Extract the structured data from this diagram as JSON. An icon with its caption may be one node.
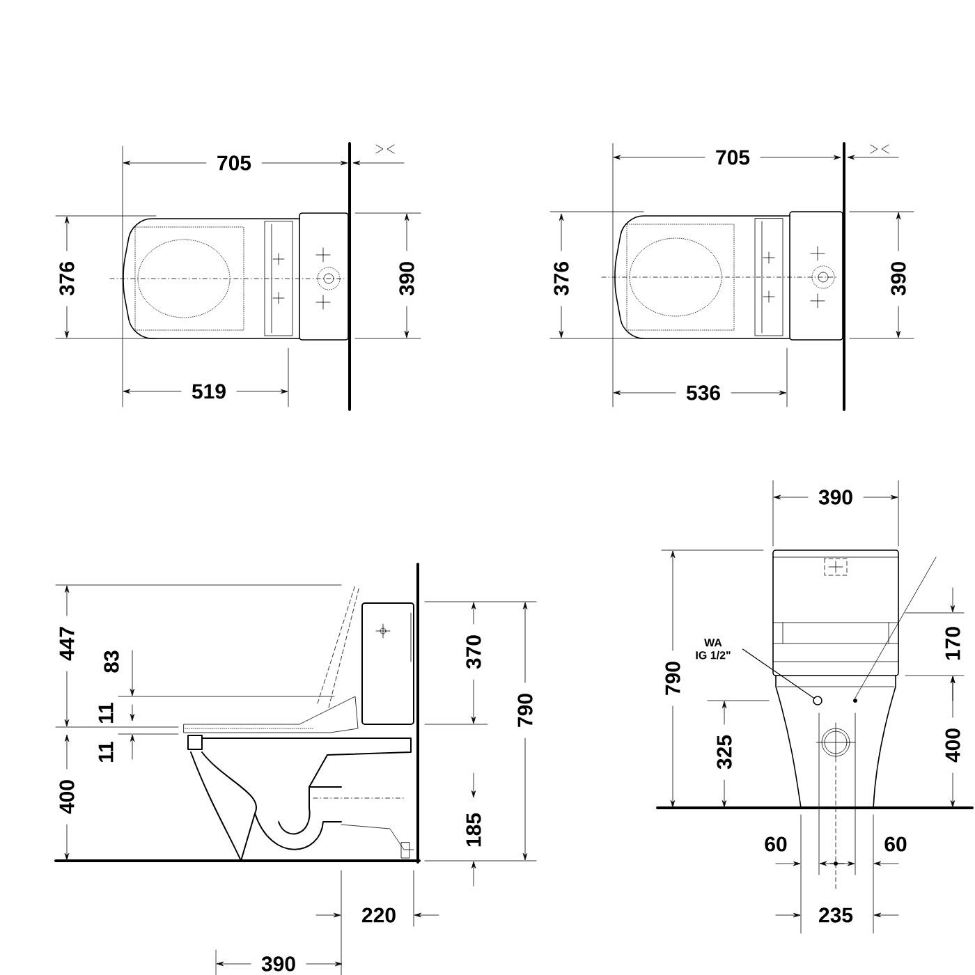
{
  "diagram": {
    "nodes": [
      {
        "text": [
          "WA IG 1/2\""
        ]
      },
      {
        "text": [],
        "shape": "circle"
      }
    ],
    "edges": [
      {
        "from": 0,
        "to": 1,
        "arrow": "none"
      }
    ],
    "labels": [
      "705",
      "376",
      "390",
      "519",
      "705",
      "376",
      "390",
      "536",
      "447",
      "83",
      "11",
      "11",
      "400",
      "370",
      "790",
      "185",
      "220",
      "390",
      "390",
      "790",
      "170",
      "325",
      "400",
      "60",
      "60",
      "235"
    ]
  }
}
